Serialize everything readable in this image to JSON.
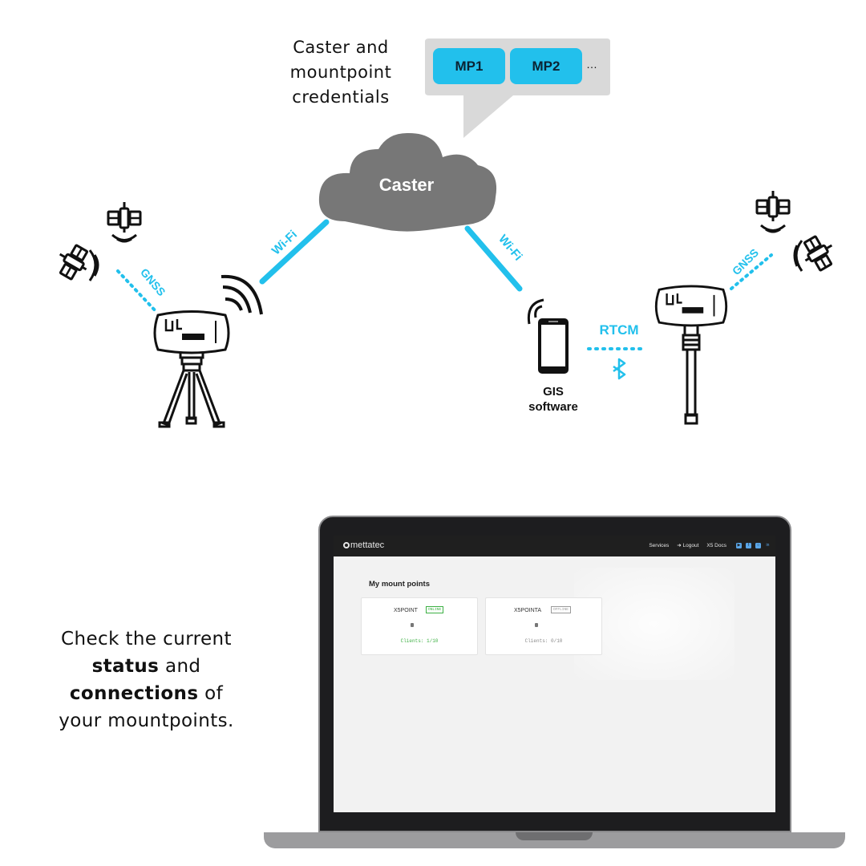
{
  "diagram": {
    "caster_credentials_lines": [
      "Caster and",
      "mountpoint",
      "credentials"
    ],
    "mountpoints_bubble": [
      "MP1",
      "MP2",
      "…"
    ],
    "caster_label": "Caster",
    "left_link_label": "Wi-Fi",
    "right_link_label": "Wi-Fi",
    "left_gnss_label": "GNSS",
    "right_gnss_label": "GNSS",
    "rtcm_label": "RTCM",
    "phone_label_lines": [
      "GIS",
      "software"
    ],
    "accent_color": "#22c0ec",
    "cloud_color": "#777777",
    "icons": [
      "satellite-icon",
      "wifi-signal-icon",
      "bluetooth-icon",
      "smartphone-icon",
      "gnss-receiver-icon",
      "tripod-icon",
      "survey-pole-icon",
      "cloud-icon"
    ]
  },
  "side_text": {
    "line1": "Check the current",
    "status_word": "status",
    "and_word": "and",
    "connections_word": "connections",
    "of_word": "of",
    "line4": "your mountpoints."
  },
  "app": {
    "logo_text": "mettatec",
    "nav": [
      "Services",
      "Logout",
      "X5 Docs"
    ],
    "social_icons": [
      "youtube-icon",
      "facebook-icon",
      "instagram-icon",
      "linkedin-icon"
    ],
    "page_title": "My mount points",
    "mountpoints": [
      {
        "name": "X5POINT",
        "status": "ONLINE",
        "status_color": "#3cb043",
        "clients": "Clients: 1/10",
        "clients_color": "#3cb043"
      },
      {
        "name": "X5POINTA",
        "status": "OFFLINE",
        "status_color": "#9a9a9a",
        "clients": "Clients: 0/10",
        "clients_color": "#888888"
      }
    ]
  }
}
